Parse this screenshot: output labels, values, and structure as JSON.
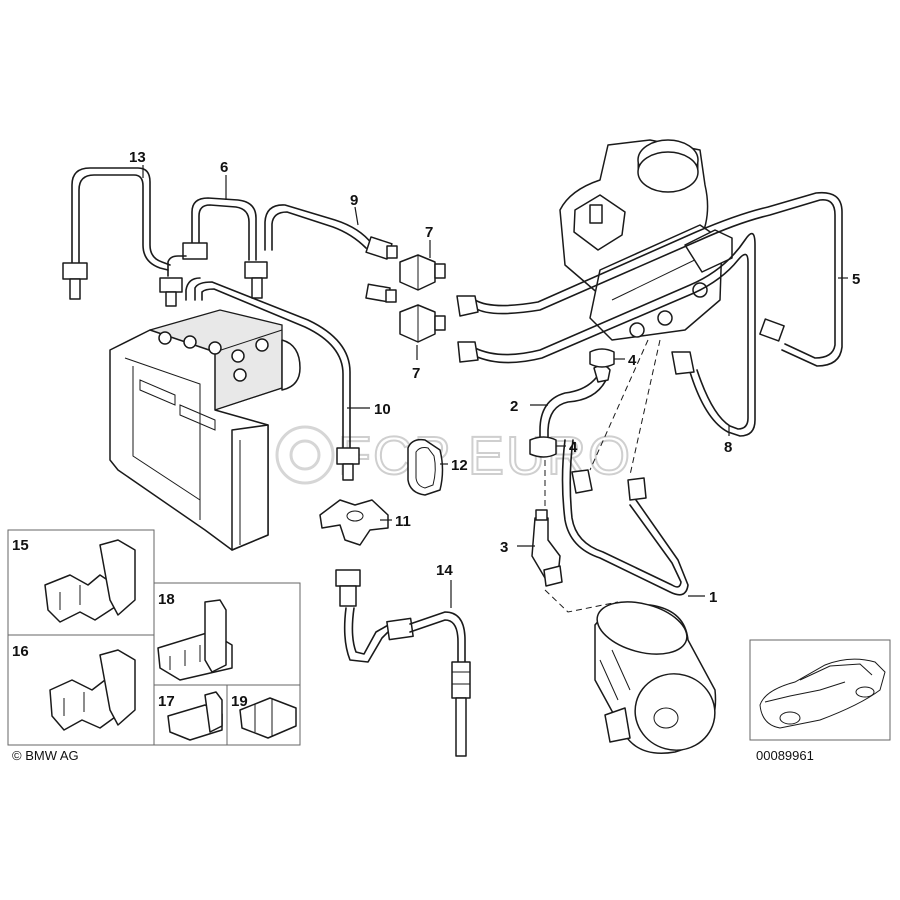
{
  "callouts": {
    "c1": "1",
    "c2": "2",
    "c3": "3",
    "c4a": "4",
    "c4b": "4",
    "c5": "5",
    "c6": "6",
    "c7a": "7",
    "c7b": "7",
    "c8": "8",
    "c9": "9",
    "c10": "10",
    "c11": "11",
    "c12": "12",
    "c13": "13",
    "c14": "14",
    "c15": "15",
    "c16": "16",
    "c17": "17",
    "c18": "18",
    "c19": "19"
  },
  "copyright": "© BMW AG",
  "diagram_number": "00089961",
  "watermark": "FCP EURO"
}
